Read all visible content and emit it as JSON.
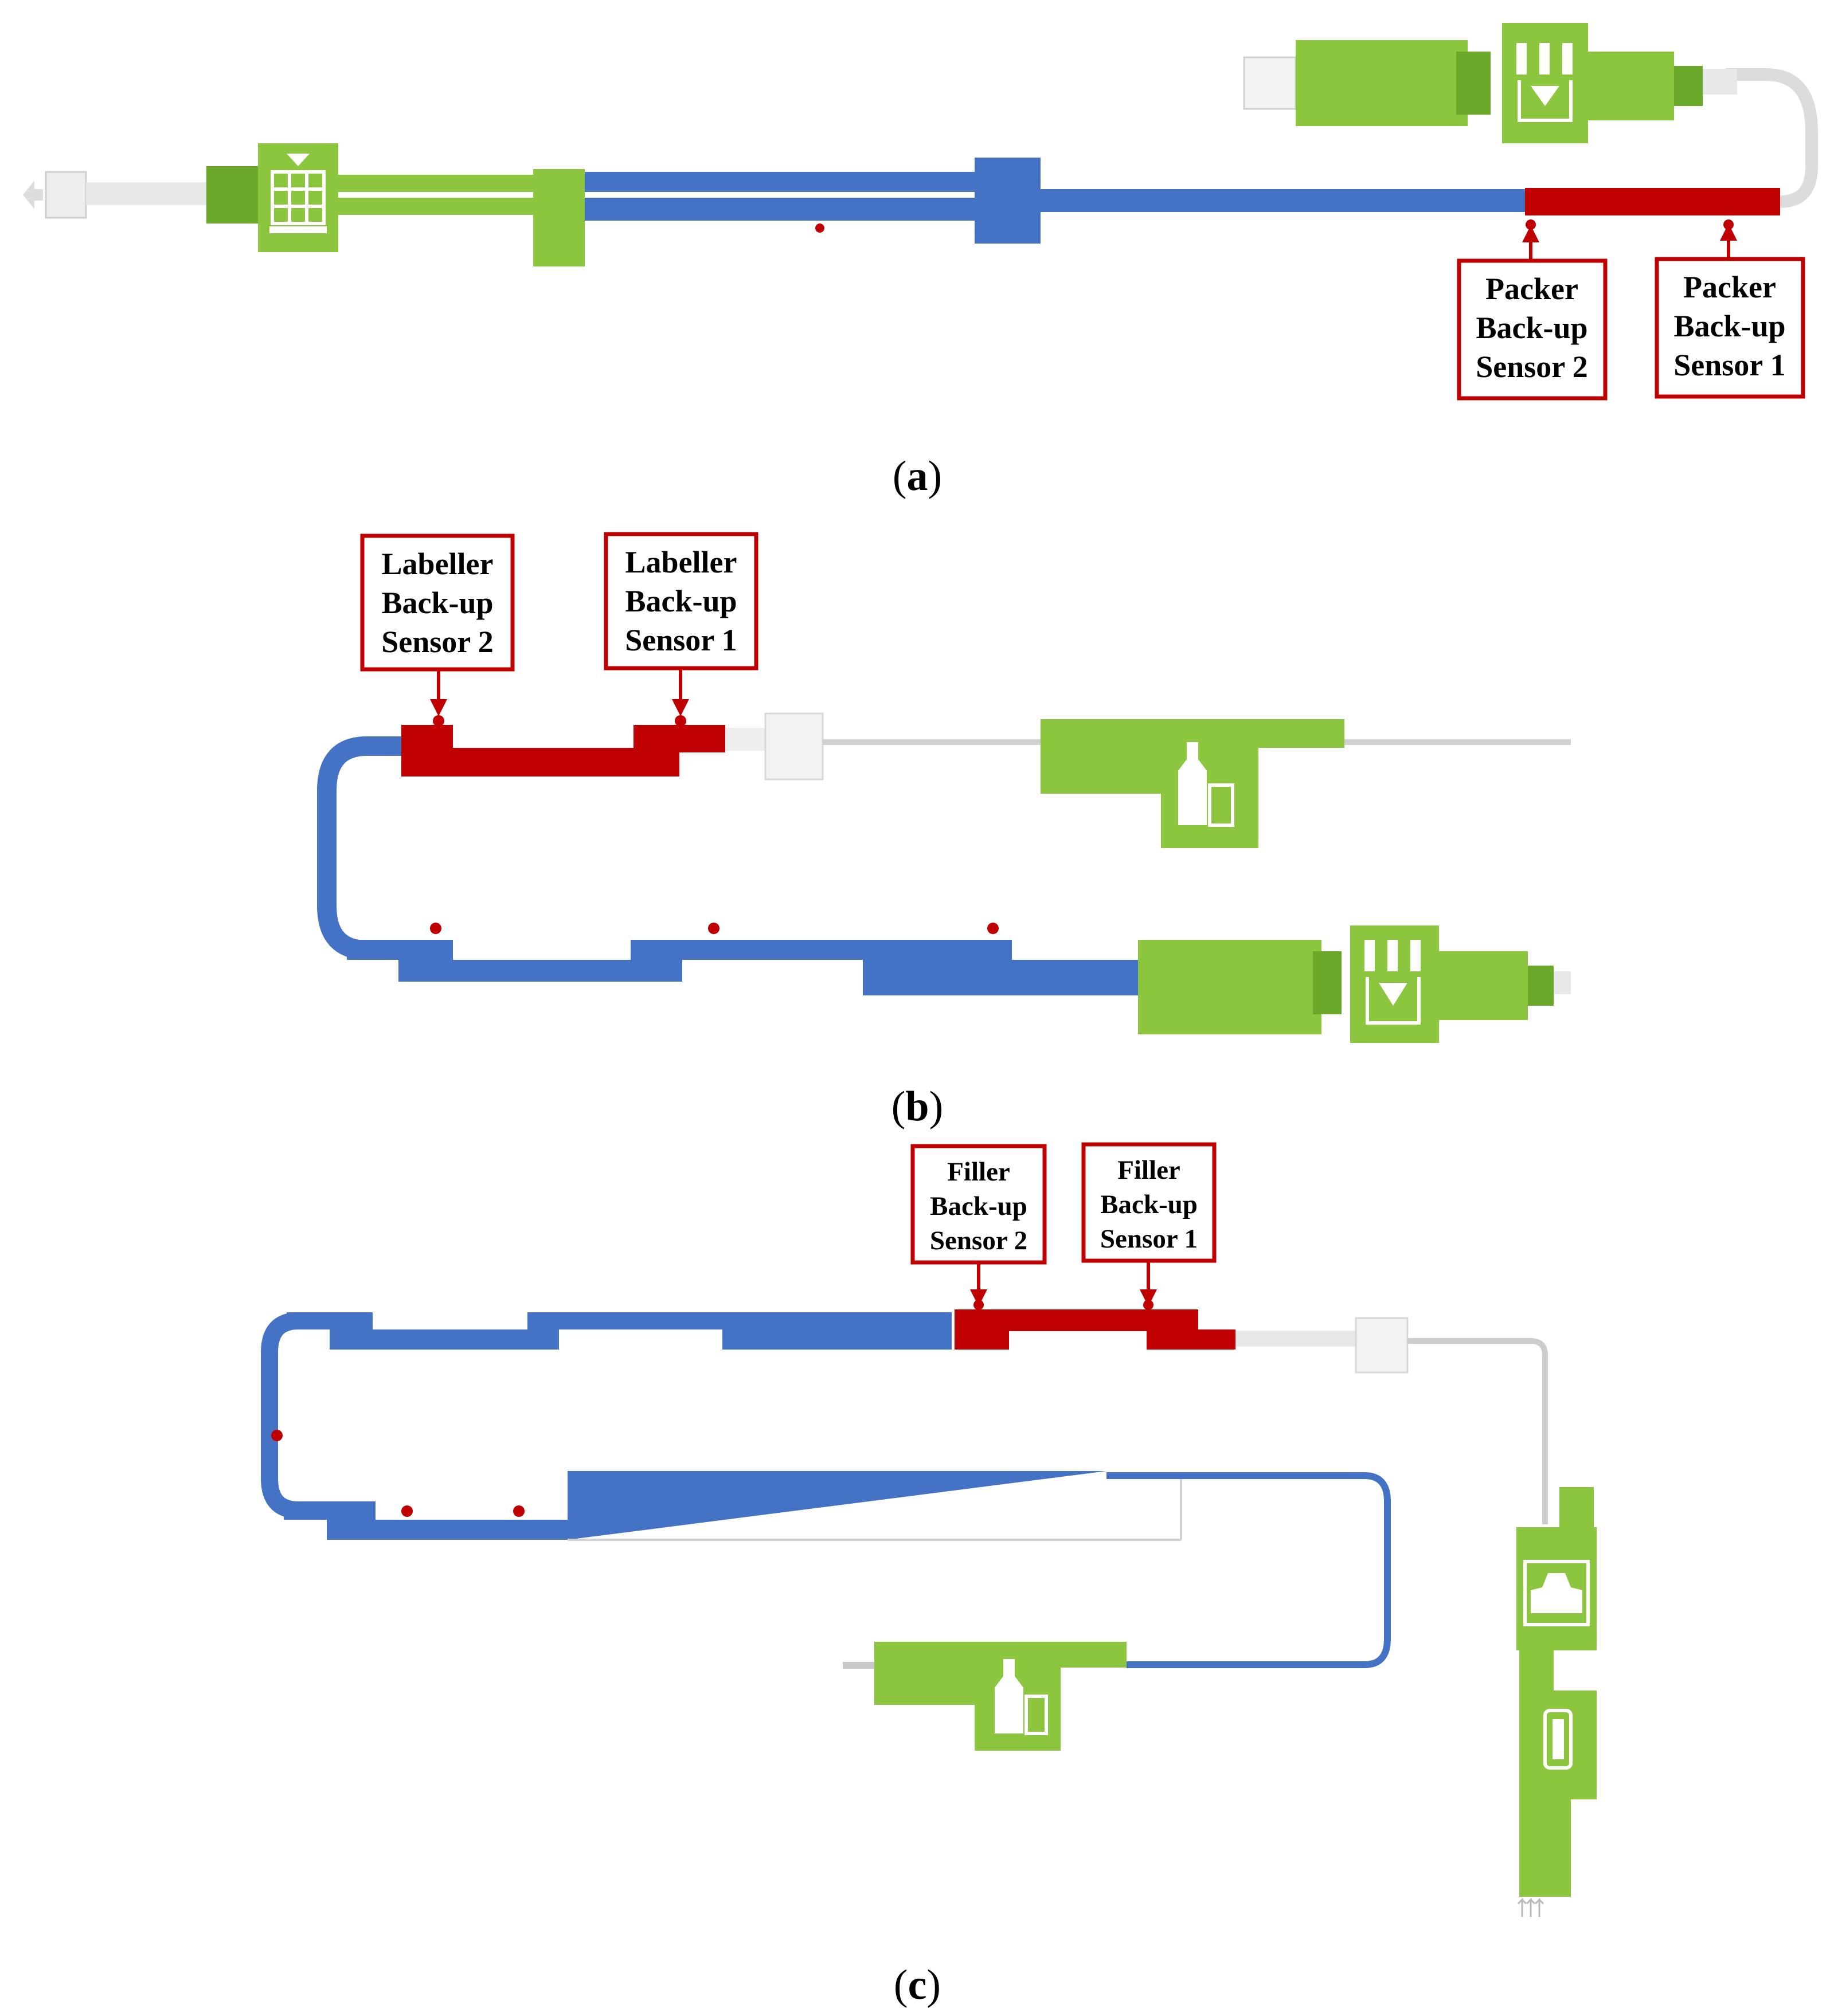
{
  "colors": {
    "conveyor": "#4472c4",
    "backup_zone": "#c00000",
    "machine": "#8cc63e",
    "machine_dark": "#6aa82a",
    "idle": "#e6e6e6",
    "outline": "#c00000"
  },
  "panels": [
    {
      "caption": "(a)",
      "caption_letter": "a",
      "sensors": [
        {
          "lines": [
            "Packer",
            "Back-up",
            "Sensor 2"
          ]
        },
        {
          "lines": [
            "Packer",
            "Back-up",
            "Sensor 1"
          ]
        }
      ]
    },
    {
      "caption": "(b)",
      "caption_letter": "b",
      "sensors": [
        {
          "lines": [
            "Labeller",
            "Back-up",
            "Sensor 2"
          ]
        },
        {
          "lines": [
            "Labeller",
            "Back-up",
            "Sensor 1"
          ]
        }
      ]
    },
    {
      "caption": "(c)",
      "caption_letter": "c",
      "sensors": [
        {
          "lines": [
            "Filler",
            "Back-up",
            "Sensor 2"
          ]
        },
        {
          "lines": [
            "Filler",
            "Back-up",
            "Sensor 1"
          ]
        }
      ]
    }
  ],
  "icons": [
    "pallet-icon",
    "bottle-pack-icon",
    "bottle-label-icon",
    "bottle-fill-icon",
    "rinser-icon",
    "flow-arrow-icon"
  ]
}
